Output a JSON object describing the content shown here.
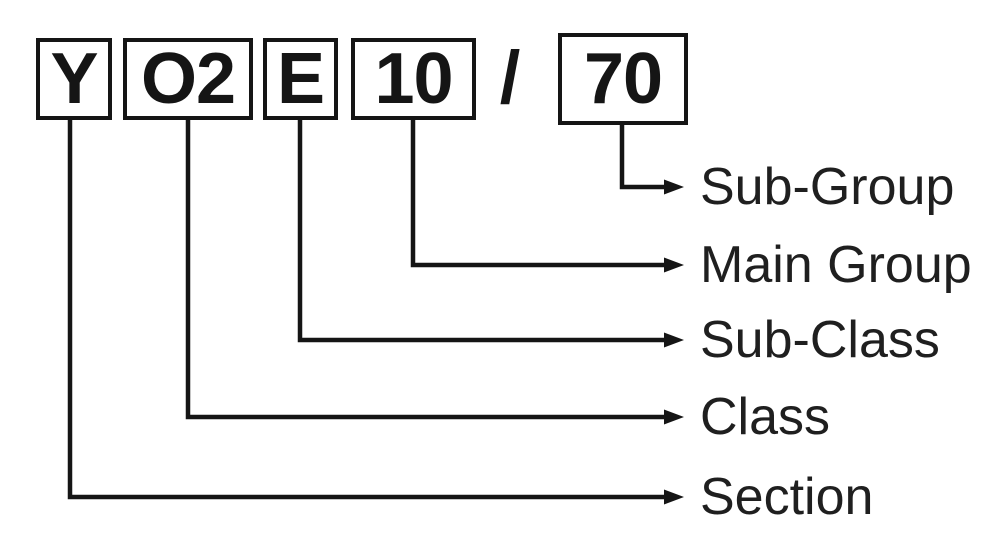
{
  "diagram": {
    "description_type": "classification-code-structure",
    "code_boxes": [
      {
        "code": "Y",
        "label": "Section"
      },
      {
        "code": "O2",
        "label": "Class"
      },
      {
        "code": "E",
        "label": "Sub-Class"
      },
      {
        "code": "10",
        "label": "Main Group"
      },
      {
        "code": "70",
        "label": "Sub-Group"
      }
    ],
    "separator": "/",
    "colors": {
      "ink": "#151515",
      "label_text": "#1f1f1f",
      "background": "#ffffff"
    }
  }
}
